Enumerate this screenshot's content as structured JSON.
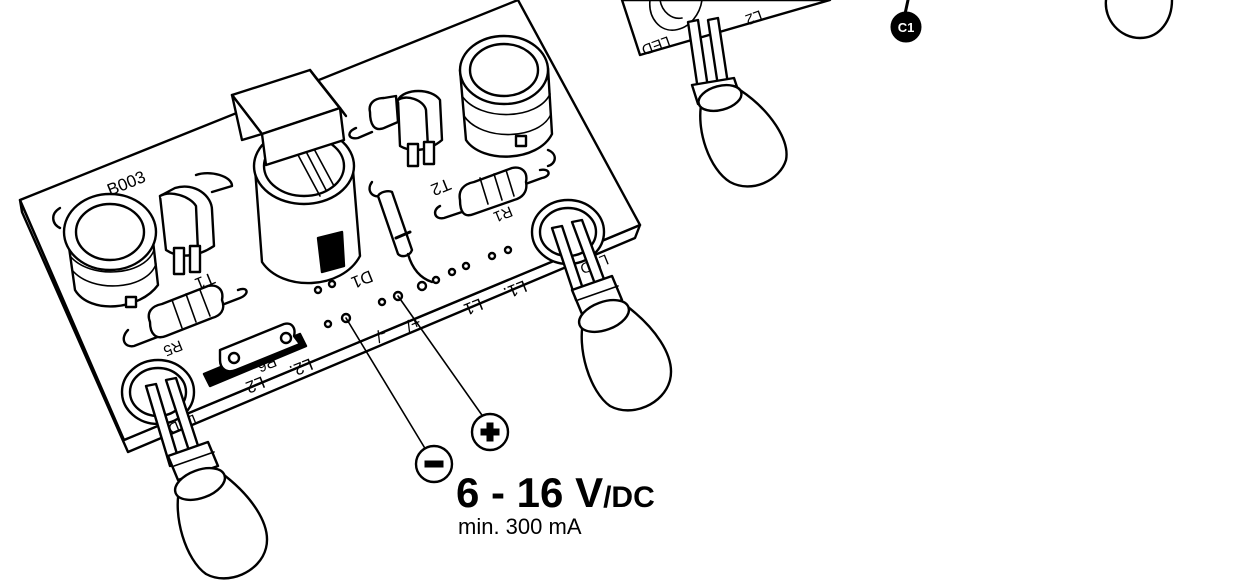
{
  "board": {
    "name": "B003",
    "labels": {
      "t1": "T1",
      "t2": "T2",
      "d1": "D1",
      "r1": "R1",
      "r5": "R5",
      "r6": "R6",
      "l1_a": "L1",
      "l1_b": "L1.",
      "l2_a": "L2",
      "l2_b": "L2.",
      "minus": "-/",
      "plus": "+/",
      "c1": "C1"
    }
  },
  "terminals": {
    "plus_symbol": "+",
    "minus_symbol": "−"
  },
  "power": {
    "voltage": "6 - 16 V",
    "unit": "/DC",
    "current": "min. 300 mA"
  }
}
